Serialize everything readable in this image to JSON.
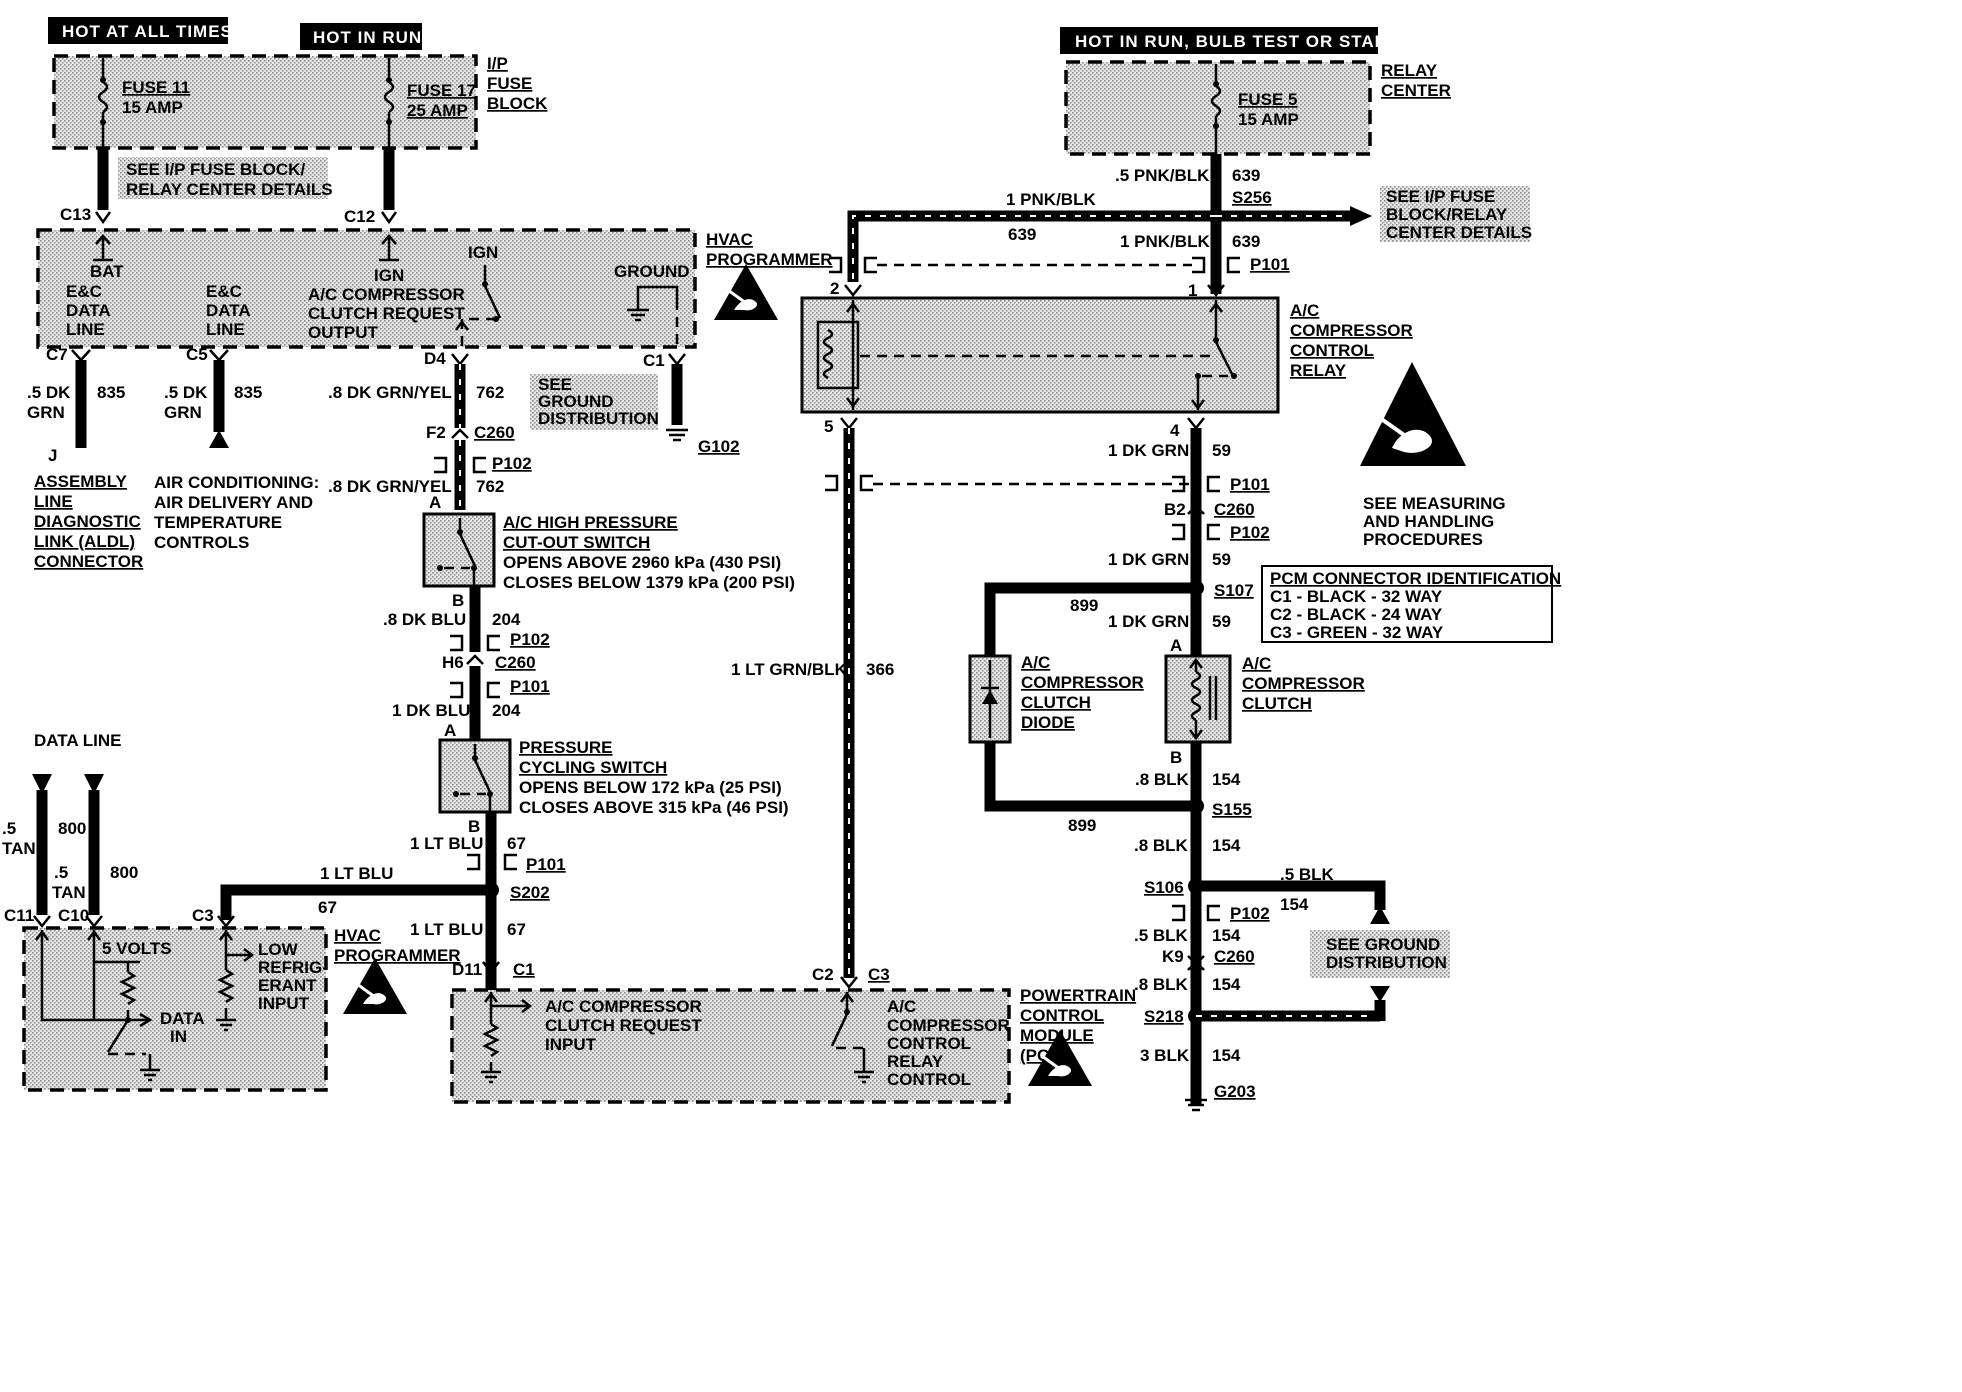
{
  "headers": {
    "hot_at_all_times": "HOT AT ALL TIMES",
    "hot_in_run": "HOT IN RUN",
    "hot_in_run_bulb": "HOT IN RUN, BULB TEST OR START"
  },
  "fuse_block": {
    "title_1": "I/P",
    "title_2": "FUSE",
    "title_3": "BLOCK",
    "fuse11_name": "FUSE 11",
    "fuse11_rating": "15 AMP",
    "fuse17_name": "FUSE 17",
    "fuse17_rating": "25 AMP",
    "see_note_1": "SEE I/P FUSE BLOCK/",
    "see_note_2": "RELAY CENTER DETAILS"
  },
  "relay_center": {
    "title_1": "RELAY",
    "title_2": "CENTER",
    "fuse5_name": "FUSE 5",
    "fuse5_rating": "15 AMP",
    "see_note_1": "SEE I/P FUSE",
    "see_note_2": "BLOCK/RELAY",
    "see_note_3": "CENTER DETAILS"
  },
  "hvac_top": {
    "title_1": "HVAC",
    "title_2": "PROGRAMMER",
    "c13": "C13",
    "c12": "C12",
    "bat": "BAT",
    "ign1": "IGN",
    "ign2": "IGN",
    "ground": "GROUND",
    "ec1_1": "E&C",
    "ec1_2": "DATA",
    "ec1_3": "LINE",
    "ec2_1": "E&C",
    "ec2_2": "DATA",
    "ec2_3": "LINE",
    "ac_req_1": "A/C COMPRESSOR",
    "ac_req_2": "CLUTCH REQUEST",
    "ac_req_3": "OUTPUT",
    "c7": "C7",
    "c5": "C5",
    "d4": "D4",
    "c1": "C1"
  },
  "left_wires": {
    "w1_size": ".5 DK",
    "w1_color": "GRN",
    "w1_num": "835",
    "w1_j": "J",
    "w2_size": ".5 DK",
    "w2_color": "GRN",
    "w2_num": "835",
    "aldl_1": "ASSEMBLY",
    "aldl_2": "LINE",
    "aldl_3": "DIAGNOSTIC",
    "aldl_4": "LINK (ALDL)",
    "aldl_5": "CONNECTOR",
    "aircon_1": "AIR CONDITIONING:",
    "aircon_2": "AIR DELIVERY AND",
    "aircon_3": "TEMPERATURE",
    "aircon_4": "CONTROLS"
  },
  "center_chain": {
    "w762_a": ".8 DK GRN/YEL",
    "n762_a": "762",
    "w762_b": ".8 DK GRN/YEL",
    "n762_b": "762",
    "f2": "F2",
    "c260_a": "C260",
    "p102_a": "P102",
    "a1": "A",
    "hp_1": "A/C HIGH PRESSURE",
    "hp_2": "CUT-OUT SWITCH",
    "hp_3": "OPENS ABOVE 2960 kPa (430 PSI)",
    "hp_4": "CLOSES BELOW 1379 kPa (200 PSI)",
    "b1": "B",
    "w204_a": ".8 DK BLU",
    "n204_a": "204",
    "p102_b": "P102",
    "h6": "H6",
    "c260_b": "C260",
    "p101_a": "P101",
    "w204_b": "1 DK BLU",
    "n204_b": "204",
    "a2": "A",
    "pc_1": "PRESSURE",
    "pc_2": "CYCLING SWITCH",
    "pc_3": "OPENS BELOW 172 kPa (25 PSI)",
    "pc_4": "CLOSES ABOVE 315 kPa (46 PSI)",
    "b2": "B",
    "w67_a": "1 LT BLU",
    "n67_a": "67",
    "p101_b": "P101",
    "s202": "S202",
    "w67_b": "1 LT BLU",
    "n67_b": "67",
    "w67_c": "1 LT BLU",
    "n67_c": "67",
    "d11": "D11",
    "c1b": "C1",
    "see_ground_1": "SEE",
    "see_ground_2": "GROUND",
    "see_ground_3": "DISTRIBUTION",
    "g102": "G102"
  },
  "data_line": {
    "title": "DATA LINE",
    "w1_size": ".5",
    "w1_color": "TAN",
    "w1_num": "800",
    "w2_size": ".5",
    "w2_color": "TAN",
    "w2_num": "800",
    "c11": "C11",
    "c10": "C10",
    "c3": "C3"
  },
  "hvac_bottom": {
    "title_1": "HVAC",
    "title_2": "PROGRAMMER",
    "volts": "5 VOLTS",
    "low_1": "LOW",
    "low_2": "REFRIG-",
    "low_3": "ERANT",
    "low_4": "INPUT",
    "data_in_1": "DATA",
    "data_in_2": "IN"
  },
  "pcm": {
    "title_1": "POWERTRAIN",
    "title_2": "CONTROL",
    "title_3": "MODULE",
    "title_4": "(PCM)",
    "req_1": "A/C COMPRESSOR",
    "req_2": "CLUTCH REQUEST",
    "req_3": "INPUT",
    "ctl_1": "A/C",
    "ctl_2": "COMPRESSOR",
    "ctl_3": "CONTROL",
    "ctl_4": "RELAY",
    "ctl_5": "CONTROL",
    "c2": "C2",
    "c3": "C3",
    "conn_title": "PCM CONNECTOR IDENTIFICATION",
    "conn_1": "C1 - BLACK - 32 WAY",
    "conn_2": "C2 - BLACK - 24 WAY",
    "conn_3": "C3 - GREEN - 32 WAY"
  },
  "relay": {
    "title_1": "A/C",
    "title_2": "COMPRESSOR",
    "title_3": "CONTROL",
    "title_4": "RELAY",
    "pin1": "1",
    "pin2": "2",
    "pin4": "4",
    "pin5": "5",
    "w639_a": ".5 PNK/BLK",
    "n639_a": "639",
    "s256": "S256",
    "w639_b": "1 PNK/BLK",
    "n639_b": "639",
    "w639_c": "1 PNK/BLK",
    "n639_c": "639",
    "p101": "P101",
    "w366": "1 LT GRN/BLK",
    "n366": "366"
  },
  "right_chain": {
    "w59_a": "1 DK GRN",
    "n59_a": "59",
    "p101": "P101",
    "b2": "B2",
    "c260": "C260",
    "p102": "P102",
    "w59_b": "1 DK GRN",
    "n59_b": "59",
    "s107": "S107",
    "n899_a": "899",
    "w59_c": "1 DK GRN",
    "n59_c": "59",
    "a": "A",
    "diode_1": "A/C",
    "diode_2": "COMPRESSOR",
    "diode_3": "CLUTCH",
    "diode_4": "DIODE",
    "clutch_1": "A/C",
    "clutch_2": "COMPRESSOR",
    "clutch_3": "CLUTCH",
    "b": "B",
    "w154_a": ".8 BLK",
    "n154_a": "154",
    "s155": "S155",
    "n899_b": "899",
    "w154_b": ".8 BLK",
    "n154_b": "154",
    "s106": "S106",
    "w154_c": ".5 BLK",
    "n154_c": "154",
    "p102_b": "P102",
    "w154_d": ".5 BLK",
    "n154_d": "154",
    "k9": "K9",
    "c260_b": "C260",
    "w154_e": ".8 BLK",
    "n154_e": "154",
    "s218": "S218",
    "w154_f": "3 BLK",
    "n154_f": "154",
    "g203": "G203",
    "see_ground_1": "SEE GROUND",
    "see_ground_2": "DISTRIBUTION"
  },
  "esd": {
    "note_1": "SEE  MEASURING",
    "note_2": "AND HANDLING",
    "note_3": "PROCEDURES"
  }
}
